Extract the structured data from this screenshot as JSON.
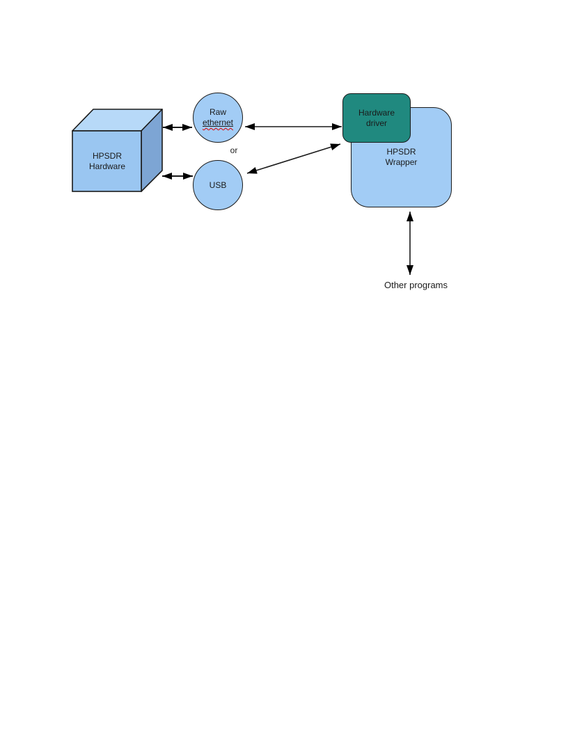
{
  "diagram": {
    "colors": {
      "node_fill": "#A2CCF5",
      "cube_front_fill": "#9AC6F1",
      "cube_top_fill": "#B7D9F8",
      "cube_side_fill": "#7DA5D4",
      "driver_fill": "#20897F",
      "outline": "#1A1A1A",
      "arrow": "#1A1A1A",
      "text": "#1A1A1A",
      "spellcheck": "#E00000"
    },
    "nodes": {
      "hpsdr_hardware": {
        "line1": "HPSDR",
        "line2": "Hardware"
      },
      "raw_ethernet": {
        "line1": "Raw",
        "line2": "ethernet"
      },
      "usb": {
        "label": "USB"
      },
      "hardware_driver": {
        "line1": "Hardware",
        "line2": "driver"
      },
      "hpsdr_wrapper": {
        "line1": "HPSDR",
        "line2": "Wrapper"
      },
      "other_programs": {
        "label": "Other programs"
      }
    },
    "labels": {
      "or": "or"
    }
  }
}
